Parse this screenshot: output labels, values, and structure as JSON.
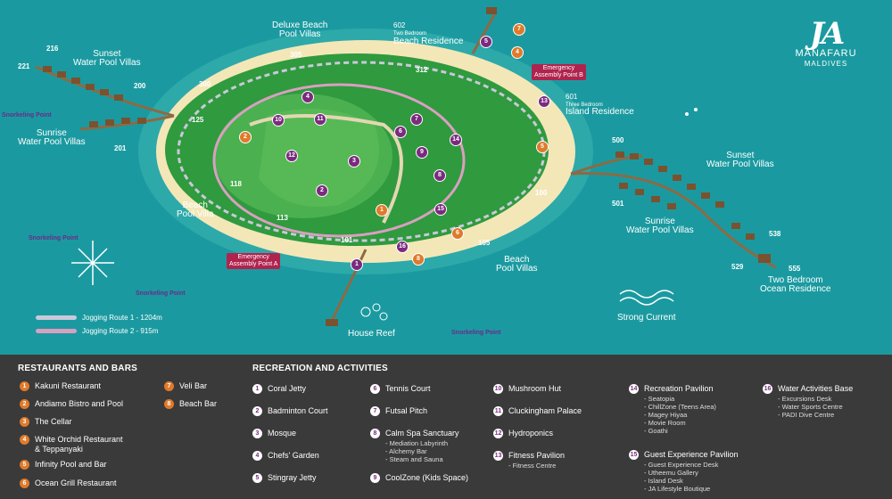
{
  "brand": {
    "logo_mark": "JA",
    "name": "MANAFARU",
    "sub": "MALDIVES"
  },
  "map_labels": {
    "deluxe": "Deluxe Beach\nPool Villas",
    "r602": "602",
    "r602_sub": "Two Bedroom",
    "r602_name": "Beach Residence",
    "sunset_nw": "Sunset\nWater Pool Villas",
    "sunrise_nw": "Sunrise\nWater Pool Villas",
    "r601": "601",
    "r601_sub": "Three Bedroom",
    "r601_name": "Island Residence",
    "sunset_e": "Sunset\nWater Pool Villas",
    "sunrise_e": "Sunrise\nWater Pool Villas",
    "beach_pool_villa": "Beach\nPool Villa",
    "beach_pool_villas": "Beach\nPool Villas",
    "two_bed_ocean": "Two Bedroom\nOcean Residence",
    "house_reef": "House Reef",
    "strong_current": "Strong Current",
    "emergency_a": "Emergency\nAssembly Point A",
    "emergency_b": "Emergency\nAssembly Point B",
    "snorkel": "Snorkeling Point"
  },
  "villa_numbers": {
    "n216": "216",
    "n221": "221",
    "n200": "200",
    "n201": "201",
    "n305": "305",
    "n312": "312",
    "n300": "300",
    "n125": "125",
    "n118": "118",
    "n113": "113",
    "n101": "101",
    "n100": "100",
    "n105": "105",
    "n500": "500",
    "n501": "501",
    "n538": "538",
    "n529": "529",
    "n555": "555"
  },
  "jogging": {
    "route1": "Jogging Route 1 - 1204m",
    "route2": "Jogging Route 2 - 915m",
    "route1_color": "#c9c9d9",
    "route2_color": "#d9a0c0"
  },
  "colors": {
    "sea": "#1a9aa0",
    "sand": "#f3e7b8",
    "grass": "#2f9a3e",
    "purple": "#7b2a7f",
    "orange": "#e07a2a",
    "emergency": "#b0234e",
    "panel": "#3a3a3a"
  },
  "restaurants": {
    "title": "RESTAURANTS AND BARS",
    "items": [
      {
        "n": "1",
        "label": "Kakuni Restaurant"
      },
      {
        "n": "2",
        "label": "Andiamo Bistro and Pool"
      },
      {
        "n": "3",
        "label": "The Cellar"
      },
      {
        "n": "4",
        "label": "White Orchid Restaurant\n& Teppanyaki"
      },
      {
        "n": "5",
        "label": "Infinity Pool and Bar"
      },
      {
        "n": "6",
        "label": "Ocean Grill Restaurant"
      },
      {
        "n": "7",
        "label": "Veli Bar"
      },
      {
        "n": "8",
        "label": "Beach Bar"
      }
    ]
  },
  "recreation": {
    "title": "RECREATION AND ACTIVITIES",
    "items": [
      {
        "n": "1",
        "label": "Coral Jetty"
      },
      {
        "n": "2",
        "label": "Badminton Court"
      },
      {
        "n": "3",
        "label": "Mosque"
      },
      {
        "n": "4",
        "label": "Chefs' Garden"
      },
      {
        "n": "5",
        "label": "Stingray Jetty"
      },
      {
        "n": "6",
        "label": "Tennis Court"
      },
      {
        "n": "7",
        "label": "Futsal Pitch"
      },
      {
        "n": "8",
        "label": "Calm Spa Sanctuary",
        "sub": "- Mediation Labyrinth\n- Alchemy Bar\n- Steam and Sauna"
      },
      {
        "n": "9",
        "label": "CoolZone (Kids Space)"
      },
      {
        "n": "10",
        "label": "Mushroom Hut"
      },
      {
        "n": "11",
        "label": "Cluckingham Palace"
      },
      {
        "n": "12",
        "label": "Hydroponics"
      },
      {
        "n": "13",
        "label": "Fitness Pavilion",
        "sub": "- Fitness Centre"
      },
      {
        "n": "14",
        "label": "Recreation Pavilion",
        "sub": "- Seatopia\n- ChillZone (Teens Area)\n- Magey Hiyaa\n- Movie Room\n- Goathi"
      },
      {
        "n": "15",
        "label": "Guest Experience Pavilion",
        "sub": "- Guest Experience Desk\n- Utheemu Gallery\n- Island Desk\n- JA Lifestyle Boutique"
      },
      {
        "n": "16",
        "label": "Water Activities Base",
        "sub": "- Excursions Desk\n- Water Sports Centre\n- PADI Dive Centre"
      }
    ]
  }
}
